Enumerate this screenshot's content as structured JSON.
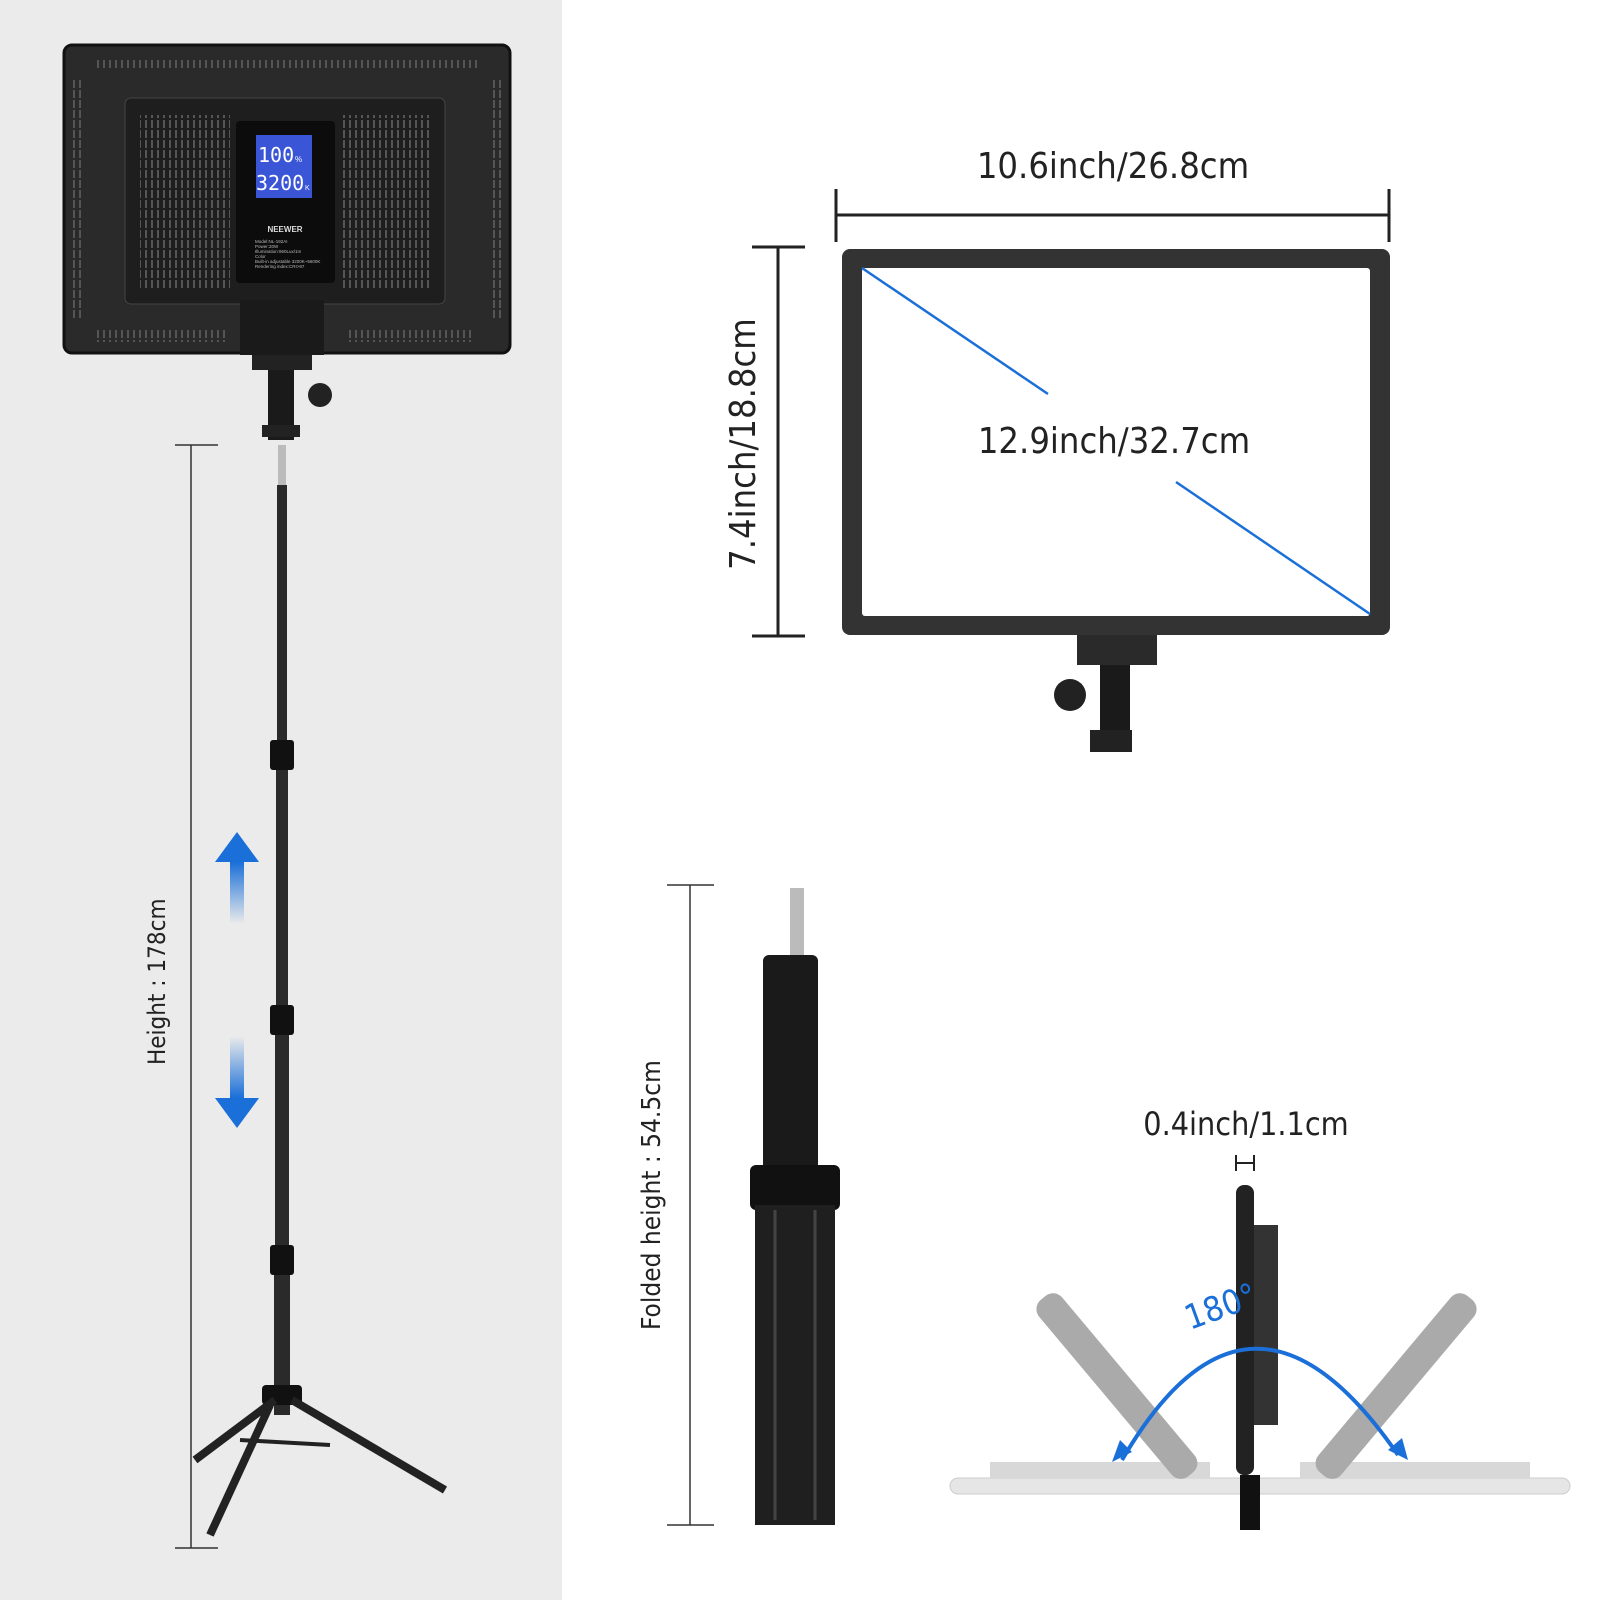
{
  "stand_panel": {
    "height_label": "Height : 178cm"
  },
  "light_back": {
    "brand": "NEEWER",
    "lcd_brightness": "100",
    "lcd_brightness_unit": "%",
    "lcd_temperature": "3200",
    "lcd_temperature_unit": "K",
    "spec_lines": [
      "Model:NL-192AI",
      "Power:20W",
      "Illumination:960Lux/1m",
      "Color",
      "Built-in adjustable 3200K~5600K",
      "Rendering index:CRI>97"
    ]
  },
  "panel_dimensions": {
    "width": "10.6inch/26.8cm",
    "height": "7.4inch/18.8cm",
    "diagonal": "12.9inch/32.7cm"
  },
  "folded": {
    "label": "Folded height : 54.5cm"
  },
  "thickness": {
    "label": "0.4inch/1.1cm",
    "rotation": "180°"
  },
  "colors": {
    "accent_blue": "#1a6fd8",
    "left_bg": "#ebebeb",
    "panel_dark": "#2a2a2a"
  }
}
